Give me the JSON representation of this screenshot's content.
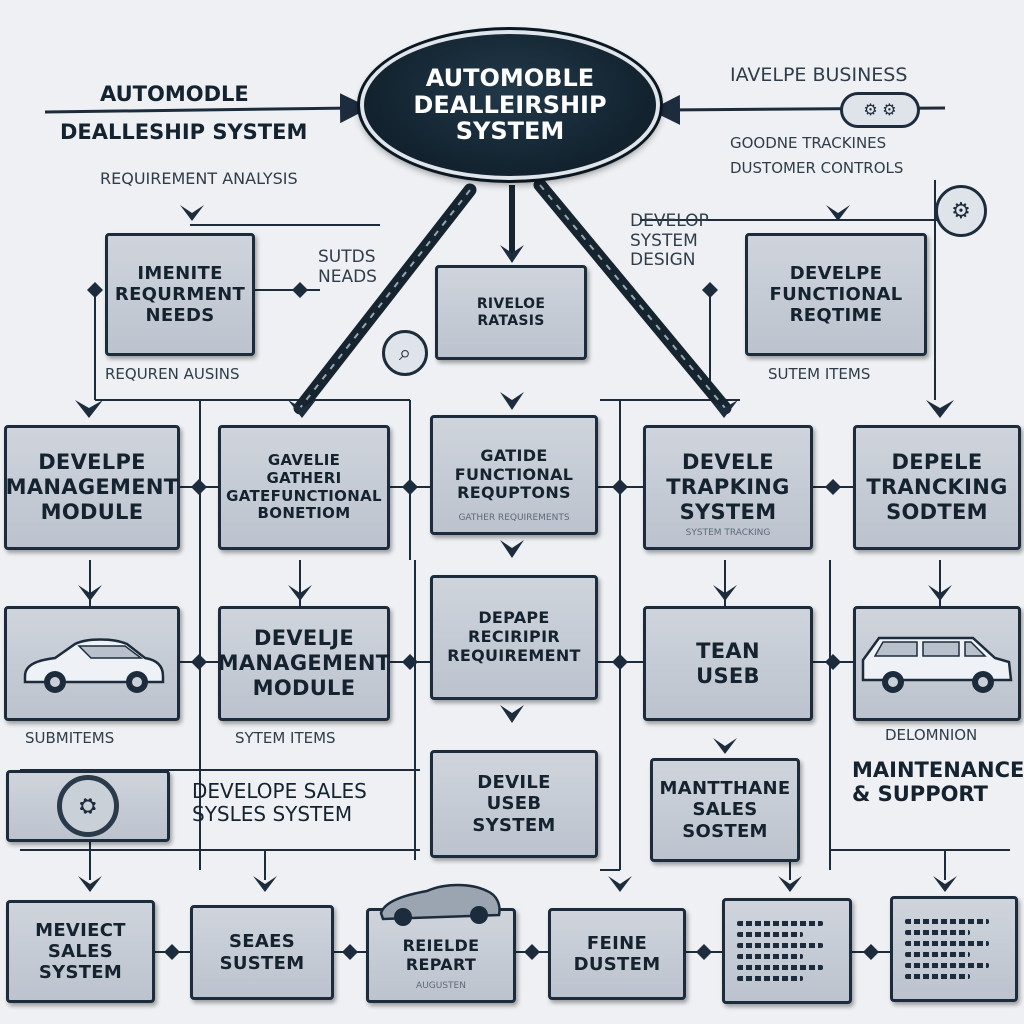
{
  "title": "AUTOMOBLE\nDEALLEIRSHIP\nSYSTEM",
  "free_labels": {
    "top_left_1": "AUTOMODLE",
    "top_left_2": "DEALLESHIP SYSTEM",
    "requirement_analysis": "REQUIREMENT ANALYSIS",
    "top_right_1": "IAVELPE BUSINESS",
    "top_right_2": "GOODNE TRACKINES",
    "top_right_3": "DUSTOMER CONTROLS",
    "suits_needs": "SUTDS\nNEADS",
    "develop_system_design": "DEVELOP\nSYSTEM\nDESIGN",
    "requirement_analysis_2": "REQUREN AUSINS",
    "system_items": "SUTEM ITEMS",
    "sub_items": "SUBMITEMS",
    "system_items_2": "SYTEM ITEMS",
    "develop_sales_system": "DEVELOPE SALES\nSYSLES SYSTEM",
    "delomnion": "DELOMNION",
    "maintenance_support": "MAINTENANCE\n& SUPPORT"
  },
  "nodes": {
    "identify_requirement": "IMENITE\nREQURMENT\nNEEDS",
    "develop_ratasis": "RIVELOE\nRATASIS",
    "develop_functional": "DEVELPE\nFUNCTIONAL\nREQTIME",
    "develop_management_1": "DEVELPE\nMANAGEMENT\nMODULE",
    "gather_functional": "GAVELIE\nGATHERI\nGATEFUNCTIONAL\nBONETIOM",
    "gather_functional_reqs": "GATIDE\nFUNCTIONAL\nREQUPTONS",
    "develop_tracking_1": "DEVELE\nTRAPKING\nSYSTEM",
    "develop_tracking_2": "DEPELE\nTRANCKING\nSODTEM",
    "depape": "DEPAPE\nRECIRIPIR\nREQUIREMENT",
    "develop_management_2": "DEVELJE\nMANAGEMENT\nMODULE",
    "team_user": "TEAN\nUSEB",
    "develop_user_system": "DEVILE\nUSEB\nSYSTEM",
    "maintain_sales": "MANTTHANE\nSALES\nSOSTEM",
    "manage_sales": "MEVIECT\nSALES\nSYSTEM",
    "sales_system": "SEAES\nSUSTEM",
    "develop_report": "REIELDE\nREPART",
    "final_system": "FEINE\nDUSTEM"
  },
  "node_sublabels": {
    "gather_functional_reqs": "GATHER REQUIREMENTS",
    "develop_tracking_1": "SYSTEM TRACKING",
    "develop_report": "AUGUSTEN"
  },
  "icons": {
    "car_1": "car-icon",
    "car_2": "suv-icon",
    "car_3": "sports-car-icon",
    "gear": "gear-icon",
    "badge": "dealership-badge-icon",
    "list_1": "document-list-icon",
    "list_2": "checklist-icon",
    "search": "search-icon"
  },
  "colors": {
    "background": "#eef0f3",
    "node_fill": "#c4cad3",
    "stroke": "#1d2c3c",
    "title_fill": "#0b1822"
  }
}
